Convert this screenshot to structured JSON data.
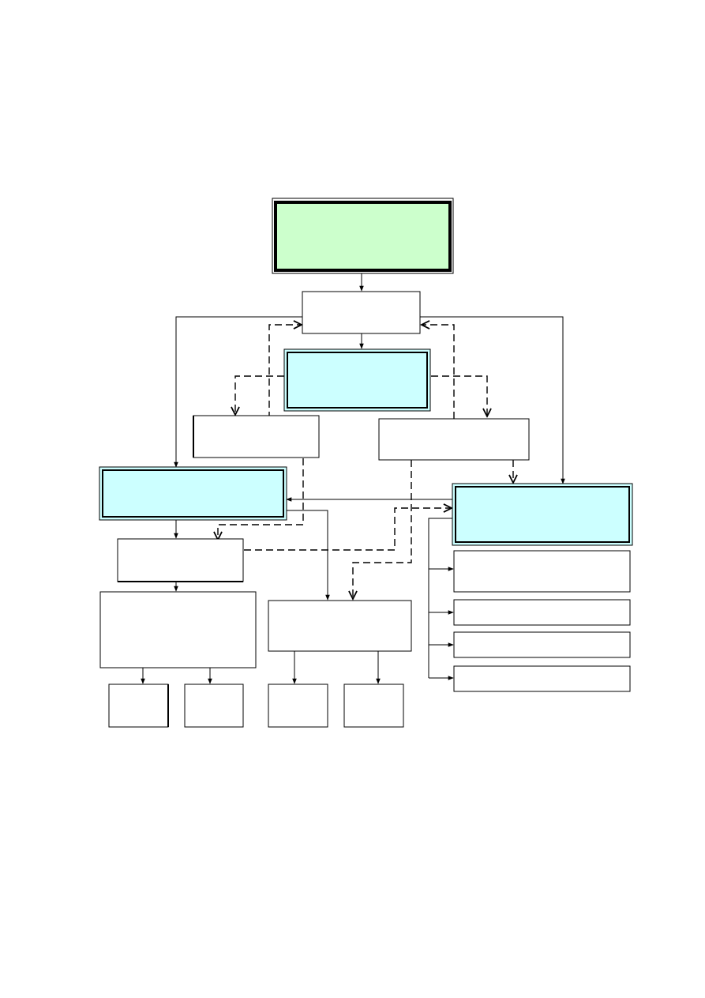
{
  "colors": {
    "stroke": "#000000",
    "green_fill": "#ccffcc",
    "cyan_fill": "#ccffff",
    "white_fill": "#ffffff"
  },
  "boxes": {
    "top_green": {
      "label": "",
      "fill": "green",
      "style": "thick-double"
    },
    "upper_white": {
      "label": "",
      "fill": "white",
      "style": "single"
    },
    "center_cyan": {
      "label": "",
      "fill": "cyan",
      "style": "double"
    },
    "mid_left_white": {
      "label": "",
      "fill": "white",
      "style": "single"
    },
    "mid_right_white": {
      "label": "",
      "fill": "white",
      "style": "single"
    },
    "left_cyan": {
      "label": "",
      "fill": "cyan",
      "style": "double"
    },
    "right_cyan": {
      "label": "",
      "fill": "cyan",
      "style": "double"
    },
    "left_sub_white": {
      "label": "",
      "fill": "white",
      "style": "single"
    },
    "left_big_white": {
      "label": "",
      "fill": "white",
      "style": "single"
    },
    "center_big_white": {
      "label": "",
      "fill": "white",
      "style": "single"
    },
    "leaf_1": {
      "label": "",
      "fill": "white",
      "style": "single"
    },
    "leaf_2": {
      "label": "",
      "fill": "white",
      "style": "single"
    },
    "leaf_3": {
      "label": "",
      "fill": "white",
      "style": "single"
    },
    "leaf_4": {
      "label": "",
      "fill": "white",
      "style": "single"
    },
    "right_list_1": {
      "label": "",
      "fill": "white",
      "style": "single"
    },
    "right_list_2": {
      "label": "",
      "fill": "white",
      "style": "single"
    },
    "right_list_3": {
      "label": "",
      "fill": "white",
      "style": "single"
    },
    "right_list_4": {
      "label": "",
      "fill": "white",
      "style": "single"
    }
  }
}
